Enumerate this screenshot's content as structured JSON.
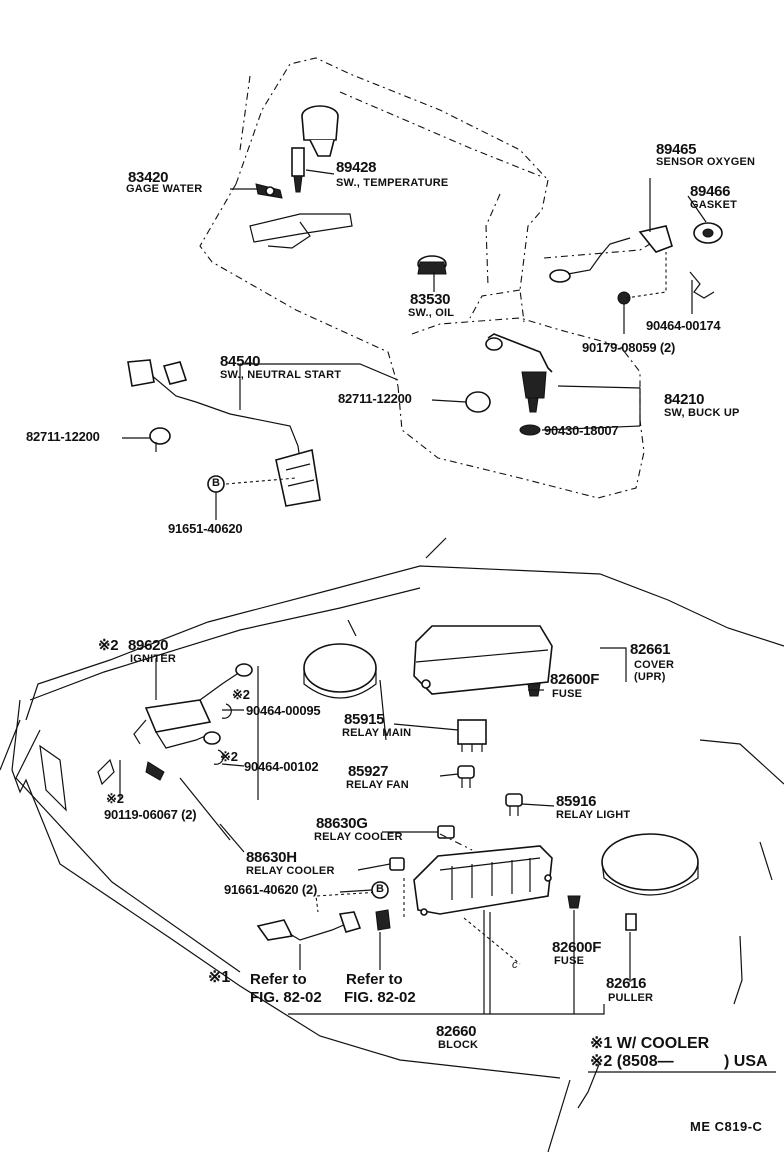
{
  "parts": {
    "p83420": {
      "number": "83420",
      "name": "GAGE WATER"
    },
    "p89428": {
      "number": "89428",
      "name": "SW., TEMPERATURE"
    },
    "p89465": {
      "number": "89465",
      "name": "SENSOR OXYGEN"
    },
    "p89466": {
      "number": "89466",
      "name": "GASKET"
    },
    "p83530": {
      "number": "83530",
      "name": "SW., OIL"
    },
    "p90464_00174": {
      "number": "90464-00174"
    },
    "p90179": {
      "number": "90179-08059 (2)"
    },
    "p84540": {
      "number": "84540",
      "name": "SW., NEUTRAL START"
    },
    "p82711a": {
      "number": "82711-12200"
    },
    "p82711b": {
      "number": "82711-12200"
    },
    "p84210": {
      "number": "84210",
      "name": "SW, BUCK UP"
    },
    "p90430": {
      "number": "90430-18007"
    },
    "p91651": {
      "number": "91651-40620"
    },
    "p89620": {
      "mark": "※2",
      "number": "89620",
      "name": "IGNITER"
    },
    "p82661": {
      "number": "82661",
      "name": "COVER",
      "sub": "(UPR)"
    },
    "p82600F_a": {
      "number": "82600F",
      "name": "FUSE"
    },
    "p90464_00095": {
      "mark": "※2",
      "number": "90464-00095"
    },
    "p85915": {
      "number": "85915",
      "name": "RELAY MAIN"
    },
    "p90464_00102": {
      "mark": "※2",
      "number": "90464-00102"
    },
    "p85927": {
      "number": "85927",
      "name": "RELAY FAN"
    },
    "p90119": {
      "mark": "※2",
      "number": "90119-06067 (2)"
    },
    "p85916": {
      "number": "85916",
      "name": "RELAY LIGHT"
    },
    "p88630G": {
      "number": "88630G",
      "name": "RELAY COOLER"
    },
    "p88630H": {
      "number": "88630H",
      "name": "RELAY COOLER"
    },
    "p91661": {
      "number": "91661-40620 (2)"
    },
    "p82600F_b": {
      "number": "82600F",
      "name": "FUSE"
    },
    "p82616": {
      "number": "82616",
      "name": "PULLER"
    },
    "p82660": {
      "number": "82660",
      "name": "BLOCK"
    }
  },
  "markers": {
    "b1": "B",
    "b2": "B",
    "c": "c"
  },
  "refs": {
    "ref1_mark": "※1",
    "ref1_top": "Refer to",
    "ref1_bottom": "FIG. 82-02",
    "ref2_top": "Refer to",
    "ref2_bottom": "FIG. 82-02"
  },
  "notes": {
    "n1": "※1 W/ COOLER",
    "n2_start": "※2 (8508—",
    "n2_end": ") USA"
  },
  "figure_code": "ME  C819-C"
}
